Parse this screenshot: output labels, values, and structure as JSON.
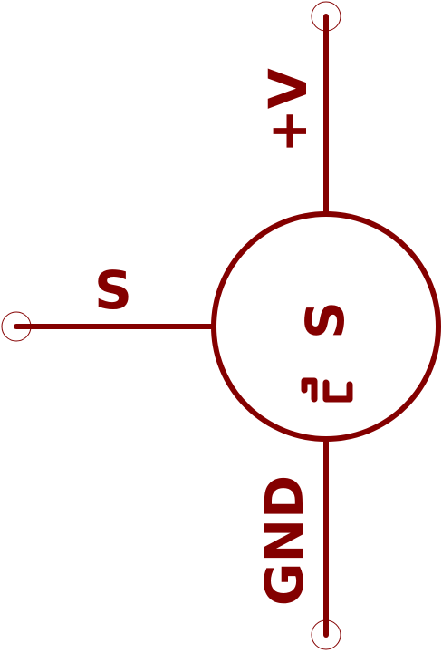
{
  "symbol": {
    "pins": {
      "top": "+V",
      "left": "S",
      "bottom": "GND"
    },
    "center_text": "S",
    "center_mark": "PU"
  },
  "colors": {
    "line": "#840000",
    "background": "#ffffff"
  }
}
